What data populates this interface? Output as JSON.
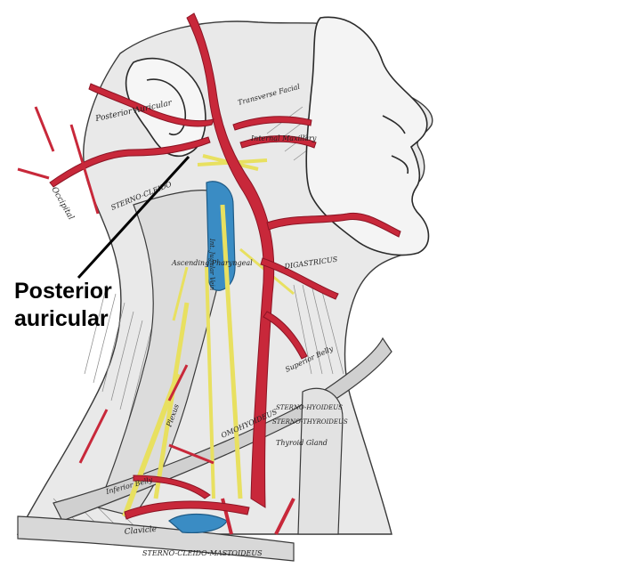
{
  "callout": {
    "line1": "Posterior",
    "line2": "auricular"
  },
  "engraving_labels": {
    "posterior_auricular": "Posterior Auricular",
    "occipital": "Occipital",
    "transverse_facial": "Transverse Facial",
    "internal_maxillary": "Internal Maxillary",
    "sternomastoid": "STERNO-CLEIDO",
    "ascending_pharyngeal": "Ascending Pharyngeal",
    "jugular_vein": "Int. Jugular Vein",
    "digastric": "DIGASTRICUS",
    "superior_belly": "Superior Belly",
    "omohyoid": "OMOHYOIDEUS",
    "sternohyoid": "STERNO-HYOIDEUS",
    "sterno_thyroid": "STERNO-THYROIDEUS",
    "thyroid_gland": "Thyroid Gland",
    "inferior_belly": "Inferior Belly",
    "clavicle": "Clavicle",
    "sterno_cleido_mastoid": "STERNO-CLEIDO-MASTOIDEUS",
    "plexus": "Plexus"
  },
  "colors": {
    "artery": "#c8283a",
    "vein": "#3a8cc4",
    "nerve": "#e8e060",
    "line_art": "#3a3a3a"
  }
}
